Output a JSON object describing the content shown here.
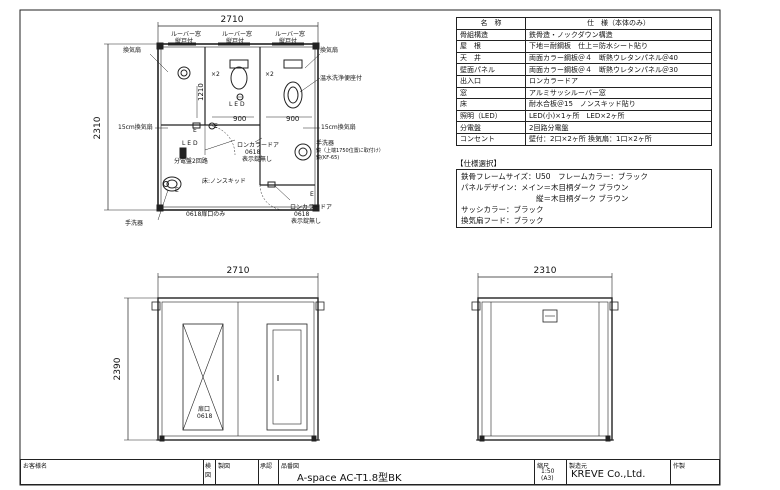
{
  "dims": {
    "plan_width": "2710",
    "plan_depth": "2310",
    "front_width": "2710",
    "front_height": "2390",
    "side_width": "2310"
  },
  "plan": {
    "louver1_line1": "ルーバー窓",
    "louver1_line2": "縦戸付",
    "louver2_line1": "ルーバー窓",
    "louver2_line2": "縦戸付",
    "louver3_line1": "ルーバー窓",
    "louver3_line2": "縦戸付",
    "vent_left": "換気扇",
    "vent_right": "換気扇",
    "x2_a": "×2",
    "x2_b": "×2",
    "seat": "温水洗浄便座付",
    "led_a": "L E D",
    "led_b": "L E D",
    "dim_1210": "1210",
    "dim_900a": "900",
    "dim_900b": "900",
    "vent15_left": "15cm換気扇",
    "vent15_right": "15cm換気扇",
    "door1_line1": "ロンカラードア",
    "door1_line2": "0618",
    "door1_line3": "表示錠無し",
    "sink1_line1": "手洗器",
    "sink1_line2": "鏡（上端1750位置に取付け）",
    "sink1_line3": "鏡(KF-65)",
    "panel": "分電盤2回路",
    "floor": "床:ノンスキッド",
    "door2": "0618扉口のみ",
    "handwash": "手洗器",
    "door3_line1": "ロンカラードア",
    "door3_line2": "0618",
    "door3_line3": "表示錠無し",
    "e_mark": "E"
  },
  "front": {
    "door_opening_line1": "扉口",
    "door_opening_line2": "0618"
  },
  "spec": {
    "header_name": "名　称",
    "header_spec": "仕　様（本体のみ）",
    "rows": [
      {
        "k": "骨組構造",
        "v": "鉄骨造・ノックダウン構造"
      },
      {
        "k": "屋　根",
        "v": "下地＝耐鋼板　仕上＝防水シート貼り"
      },
      {
        "k": "天　井",
        "v": "両面カラー鋼板＠４　断熱ウレタンパネル＠40"
      },
      {
        "k": "壁面パネル",
        "v": "両面カラー鋼板＠４　断熱ウレタンパネル＠30"
      },
      {
        "k": "出入口",
        "v": "ロンカラードア"
      },
      {
        "k": "窓",
        "v": "アルミサッシルーバー窓"
      },
      {
        "k": "床",
        "v": "耐水合板＠15　ノンスキッド貼り"
      },
      {
        "k": "照明（LED）",
        "v": "LED(小)×1ヶ所　LED×2ヶ所"
      },
      {
        "k": "分電盤",
        "v": "2回路分電盤"
      },
      {
        "k": "コンセント",
        "v": "壁付：2口×2ヶ所 換気扇：1口×2ヶ所"
      }
    ]
  },
  "options": {
    "title": "【仕様選択】",
    "lines": [
      "鉄骨フレームサイズ：U50　フレームカラー：ブラック",
      "パネルデザイン：メイン＝木目柄ダーク ブラウン",
      "　　　　　　　　　　縦＝木目柄ダーク ブラウン",
      "サッシカラー：ブラック",
      "換気扇フード：ブラック"
    ]
  },
  "titlebar": {
    "customer_label": "お客様名",
    "check_label": "検図",
    "drawn_label": "製図",
    "approve_label": "承認",
    "model_label": "品番図",
    "model": "A-space AC-T1.8型BK",
    "scale_label": "縮尺",
    "scale": "1:50",
    "paper": "(A3)",
    "company_label": "製造元",
    "company": "KREVE Co.,Ltd.",
    "date_label": "作製"
  }
}
